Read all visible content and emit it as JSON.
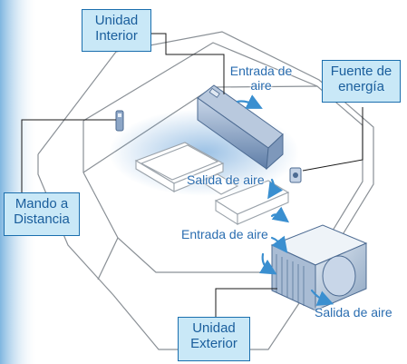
{
  "callouts": {
    "indoor_unit": {
      "line1": "Unidad",
      "line2": "Interior"
    },
    "power_source": {
      "line1": "Fuente de",
      "line2": "energía"
    },
    "remote_control": {
      "line1": "Mando a",
      "line2": "Distancia"
    },
    "outdoor_unit": {
      "line1": "Unidad",
      "line2": "Exterior"
    }
  },
  "airflow_labels": {
    "indoor_intake": {
      "line1": "Entrada de",
      "line2": "aire"
    },
    "indoor_outlet": "Salida de aire",
    "outdoor_intake": "Entrada de aire",
    "outdoor_outlet": "Salida de aire"
  },
  "colors": {
    "callout_fill": "#c9e8f7",
    "callout_border": "#1b6fae",
    "callout_text": "#1a5e9c",
    "label_text": "#2a6db0",
    "room_lines": "#8a9096",
    "unit_body": "#8fa7c6",
    "accent_arrow": "#3a8fd0"
  }
}
